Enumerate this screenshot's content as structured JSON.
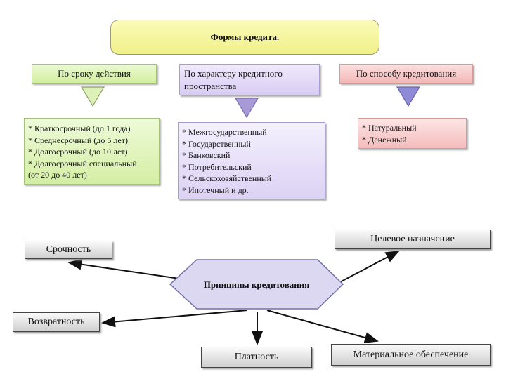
{
  "title": "Формы кредита.",
  "categories": [
    {
      "id": "term",
      "header": "По сроку действия",
      "items": [
        "* Краткосрочный (до 1 года)",
        "* Среднесрочный (до 5 лет)",
        "* Долгосрочный (до 10 лет)",
        "* Долгосрочный специальный",
        "(от 20 до 40 лет)"
      ]
    },
    {
      "id": "space",
      "header": "По характеру кредитного пространства",
      "items": [
        "* Межгосударственный",
        "* Государственный",
        "* Банковский",
        "* Потребительский",
        "* Сельскохозяйственный",
        "* Ипотечный и др."
      ]
    },
    {
      "id": "method",
      "header": "По способу кредитования",
      "items": [
        "* Натуральный",
        "* Денежный"
      ]
    }
  ],
  "principles": {
    "center": "Принципы кредитования",
    "items": {
      "srochnost": "Срочность",
      "celevoe": "Целевое назначение",
      "vozvrat": "Возвратность",
      "platnost": "Платность",
      "material": "Материальное обеспечение"
    }
  },
  "colors": {
    "title_fill": "#f5f59a",
    "green": "#d8efab",
    "lavender": "#ddd3f4",
    "pink": "#f5c0c0",
    "hexagon": "#dcd8f2",
    "gray": "#e0e0e0"
  }
}
